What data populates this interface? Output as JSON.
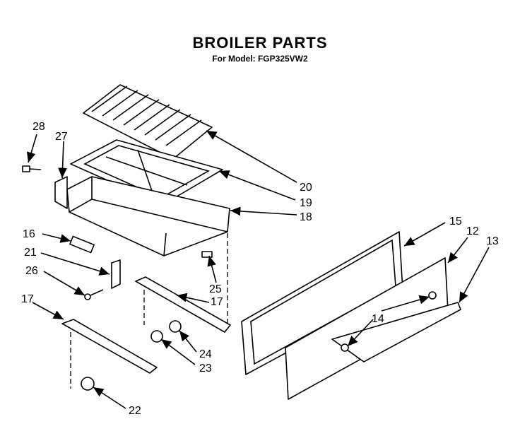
{
  "header": {
    "title": "BROILER PARTS",
    "subtitle": "For Model: FGP325VW2"
  },
  "callouts": [
    "28",
    "27",
    "20",
    "19",
    "18",
    "16",
    "21",
    "26",
    "15",
    "12",
    "13",
    "25",
    "17",
    "17",
    "14",
    "24",
    "23",
    "22"
  ]
}
